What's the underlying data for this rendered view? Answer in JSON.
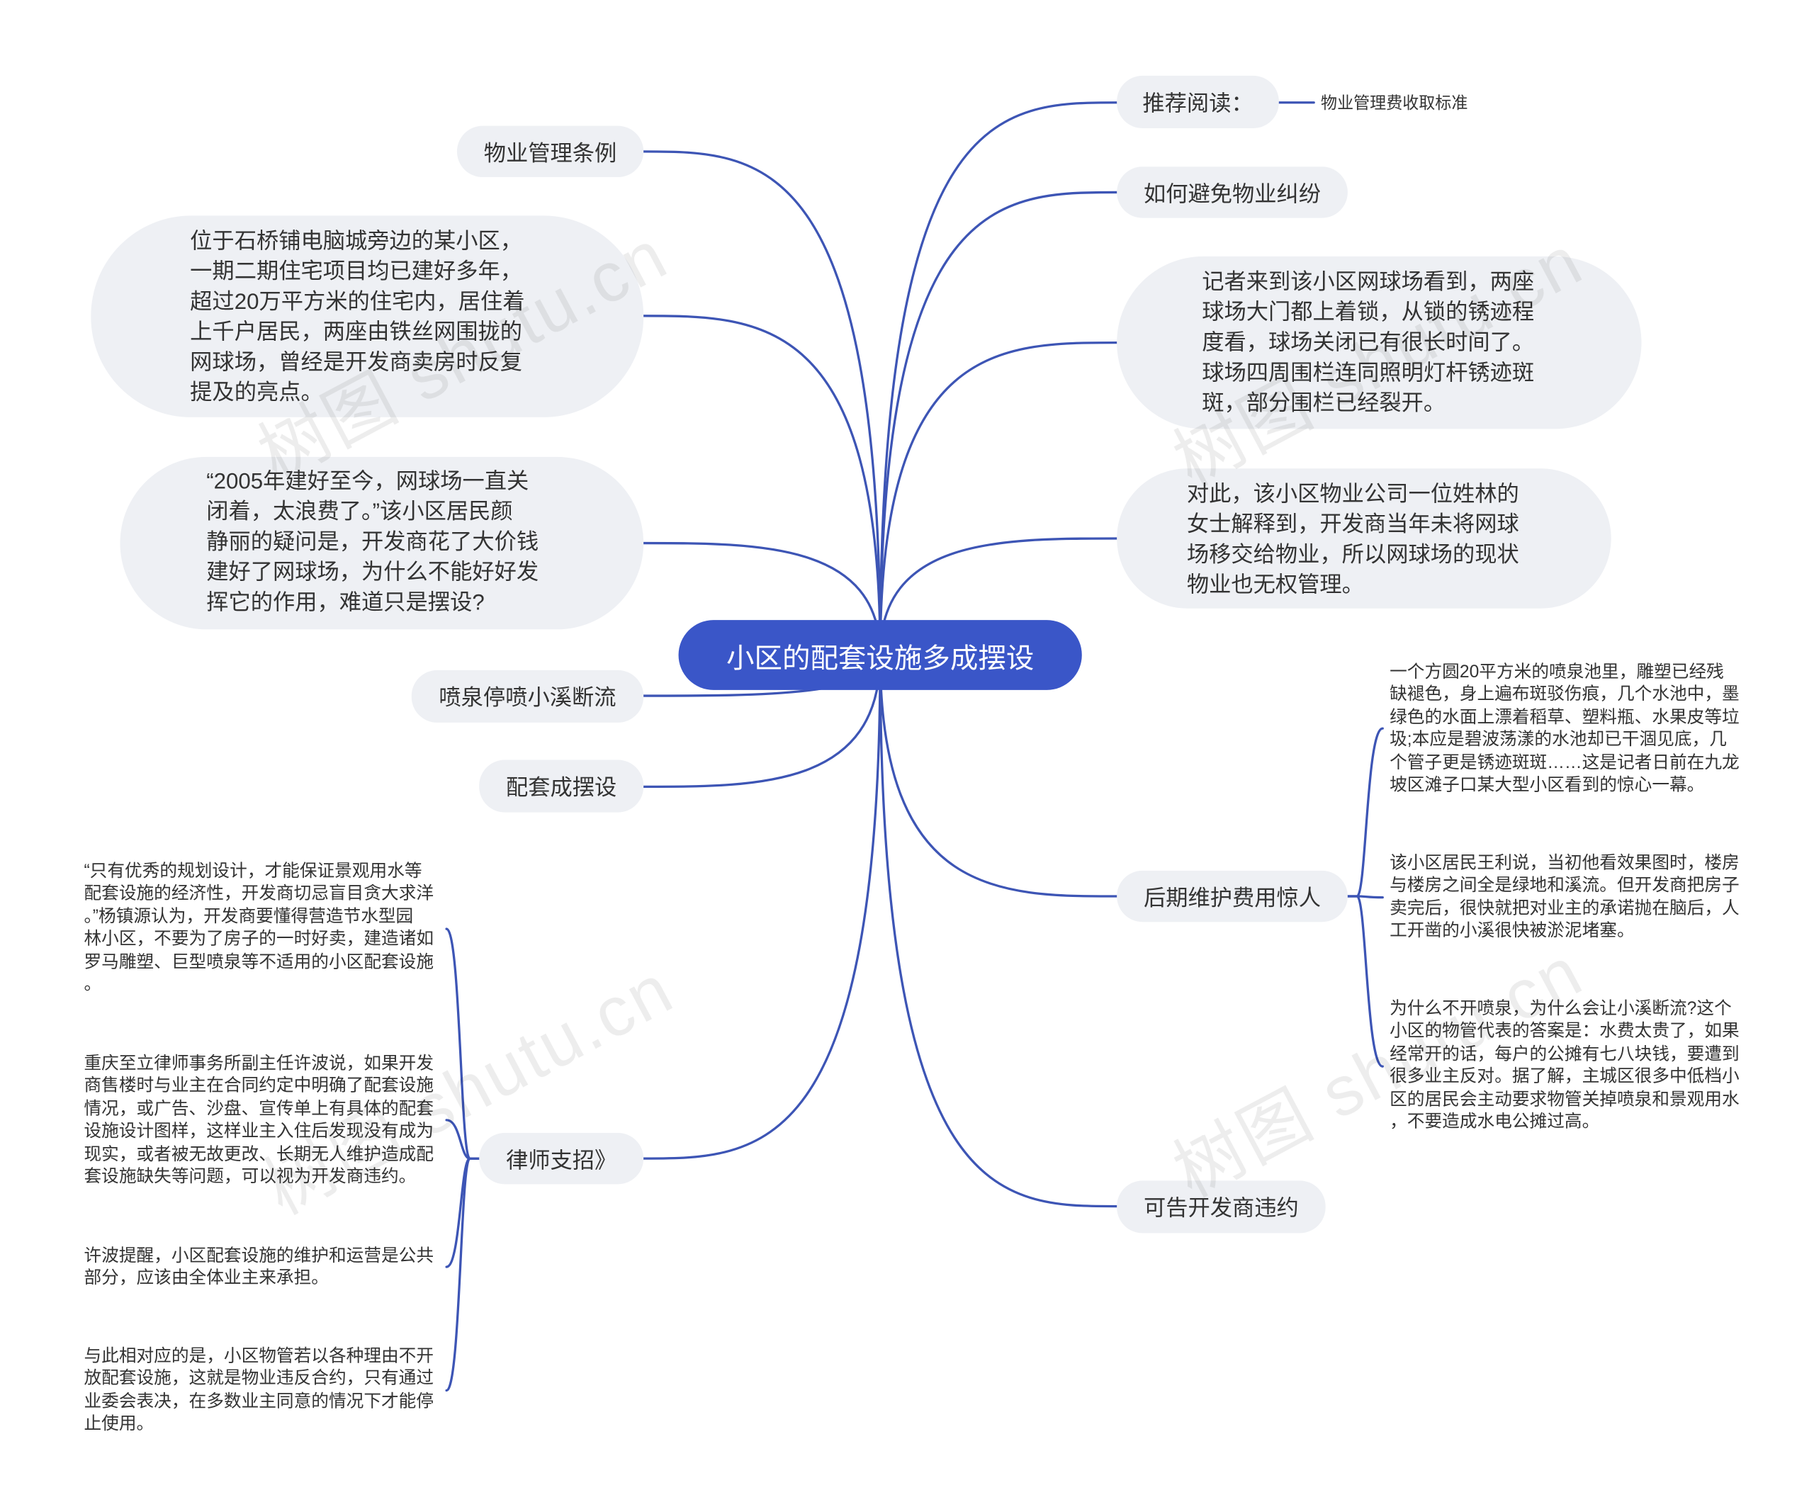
{
  "colors": {
    "accent": "#3a56c8",
    "node_bg": "#eef0f4",
    "line": "#3d55b5",
    "text": "#333333"
  },
  "root": {
    "label": "小区的配套设施多成摆设"
  },
  "left": {
    "regulations": {
      "label": "物业管理条例"
    },
    "intro": {
      "lines": [
        "位于石桥铺电脑城旁边的某小区，",
        "一期二期住宅项目均已建好多年，",
        "超过20万平方米的住宅内，居住着",
        "上千户居民，两座由铁丝网围拢的",
        "网球场，曾经是开发商卖房时反复",
        "提及的亮点。"
      ]
    },
    "quote": {
      "lines": [
        "“2005年建好至今，网球场一直关",
        "闭着，太浪费了。”该小区居民颜",
        "静丽的疑问是，开发商花了大价钱",
        "建好了网球场，为什么不能好好发",
        "挥它的作用，难道只是摆设?"
      ]
    },
    "fountain": {
      "label": "喷泉停喷小溪断流"
    },
    "decor": {
      "label": "配套成摆设"
    },
    "lawyer": {
      "label": "律师支招》",
      "children": [
        {
          "lines": [
            "“只有优秀的规划设计，才能保证景观用水等",
            "配套设施的经济性，开发商切忌盲目贪大求洋",
            "。”杨镇源认为，开发商要懂得营造节水型园",
            "林小区，不要为了房子的一时好卖，建造诸如",
            "罗马雕塑、巨型喷泉等不适用的小区配套设施",
            "。"
          ]
        },
        {
          "lines": [
            "重庆至立律师事务所副主任许波说，如果开发",
            "商售楼时与业主在合同约定中明确了配套设施",
            "情况，或广告、沙盘、宣传单上有具体的配套",
            "设施设计图样，这样业主入住后发现没有成为",
            "现实，或者被无故更改、长期无人维护造成配",
            "套设施缺失等问题，可以视为开发商违约。"
          ]
        },
        {
          "lines": [
            "许波提醒，小区配套设施的维护和运营是公共",
            "部分，应该由全体业主来承担。"
          ]
        },
        {
          "lines": [
            "与此相对应的是，小区物管若以各种理由不开",
            "放配套设施，这就是物业违反合约，只有通过",
            "业委会表决，在多数业主同意的情况下才能停",
            "止使用。"
          ]
        }
      ]
    }
  },
  "right": {
    "reading": {
      "label": "推荐阅读：",
      "link": "物业管理费收取标准"
    },
    "avoid": {
      "label": "如何避免物业纠纷"
    },
    "reporter": {
      "lines": [
        "记者来到该小区网球场看到，两座",
        "球场大门都上着锁，从锁的锈迹程",
        "度看，球场关闭已有很长时间了。",
        "球场四周围栏连同照明灯杆锈迹斑",
        "斑，部分围栏已经裂开。"
      ]
    },
    "explain": {
      "lines": [
        "对此，该小区物业公司一位姓林的",
        "女士解释到，开发商当年未将网球",
        "场移交给物业，所以网球场的现状",
        "物业也无权管理。"
      ]
    },
    "maintenance": {
      "label": "后期维护费用惊人",
      "children": [
        {
          "lines": [
            "一个方圆20平方米的喷泉池里，雕塑已经残",
            "缺褪色，身上遍布斑驳伤痕，几个水池中，墨",
            "绿色的水面上漂着稻草、塑料瓶、水果皮等垃",
            "圾;本应是碧波荡漾的水池却已干涸见底，几",
            "个管子更是锈迹斑斑……这是记者日前在九龙",
            "坡区滩子口某大型小区看到的惊心一幕。"
          ]
        },
        {
          "lines": [
            "该小区居民王利说，当初他看效果图时，楼房",
            "与楼房之间全是绿地和溪流。但开发商把房子",
            "卖完后，很快就把对业主的承诺抛在脑后，人",
            "工开凿的小溪很快被淤泥堵塞。"
          ]
        },
        {
          "lines": [
            "为什么不开喷泉，为什么会让小溪断流?这个",
            "小区的物管代表的答案是：水费太贵了，如果",
            "经常开的话，每户的公摊有七八块钱，要遭到",
            "很多业主反对。据了解，主城区很多中低档小",
            "区的居民会主动要求物管关掉喷泉和景观用水",
            "，不要造成水电公摊过高。"
          ]
        }
      ]
    },
    "sue": {
      "label": "可告开发商违约"
    }
  },
  "watermark": "树图 shutu.cn"
}
